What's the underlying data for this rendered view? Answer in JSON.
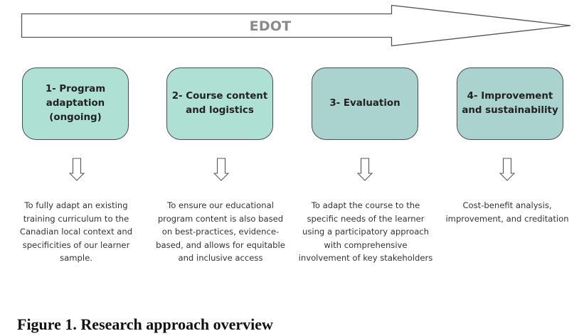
{
  "timeline": {
    "label": "EDOT"
  },
  "steps": [
    {
      "title": "1- Program adaptation (ongoing)",
      "description": "To fully adapt an existing training curriculum to the Canadian local context and specificities of our learner sample.",
      "color": "#aee0d3"
    },
    {
      "title": "2- Course content and logistics",
      "description": "To ensure our educational program content is also based on best-practices, evidence-based, and allows for equitable and inclusive access",
      "color": "#aee0d3"
    },
    {
      "title": "3- Evaluation",
      "description": "To adapt the course to the specific needs of the learner using a participatory approach with comprehensive involvement of key stakeholders",
      "color": "#aad3cf"
    },
    {
      "title": "4- Improvement and sustainability",
      "description": "Cost-benefit analysis, improvement, and creditation",
      "color": "#aad3cf"
    }
  ],
  "caption": "Figure 1. Research approach overview"
}
